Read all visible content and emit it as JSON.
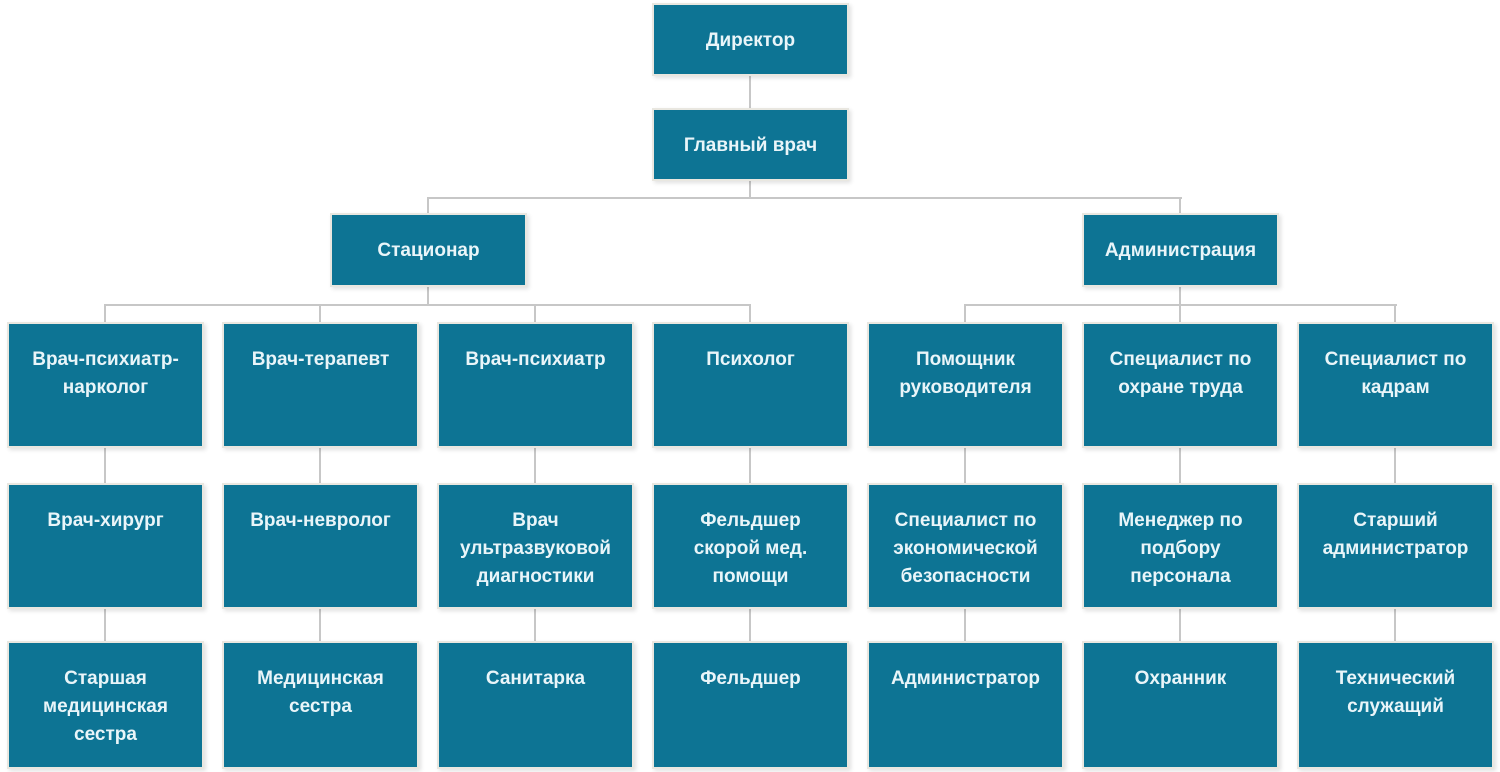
{
  "org_chart": {
    "type": "org-tree",
    "nodes": {
      "director": {
        "label": "Директор",
        "reports_to": null
      },
      "chief_physician": {
        "label": "Главный врач",
        "reports_to": "director"
      },
      "inpatient": {
        "label": "Стационар",
        "reports_to": "chief_physician"
      },
      "administration": {
        "label": "Администрация",
        "reports_to": "chief_physician"
      },
      "narcologist": {
        "label": "Врач-психиатр-нарколог",
        "reports_to": "inpatient"
      },
      "therapist": {
        "label": "Врач-терапевт",
        "reports_to": "inpatient"
      },
      "psychiatrist": {
        "label": "Врач-психиатр",
        "reports_to": "inpatient"
      },
      "psychologist": {
        "label": "Психолог",
        "reports_to": "inpatient"
      },
      "head_assistant": {
        "label": "Помощник руководителя",
        "reports_to": "administration"
      },
      "labor_safety": {
        "label": "Специалист по охране труда",
        "reports_to": "administration"
      },
      "hr_specialist": {
        "label": "Специалист по кадрам",
        "reports_to": "administration"
      },
      "surgeon": {
        "label": "Врач-хирург",
        "reports_to": "narcologist"
      },
      "neurologist": {
        "label": "Врач-невролог",
        "reports_to": "therapist"
      },
      "ultrasound": {
        "label": "Врач ультразвуковой диагностики",
        "reports_to": "psychiatrist"
      },
      "paramedic_ambulance": {
        "label": "Фельдшер скорой мед. помощи",
        "reports_to": "psychologist"
      },
      "economic_security": {
        "label": "Специалист по экономической безопасности",
        "reports_to": "head_assistant"
      },
      "recruiting_manager": {
        "label": "Менеджер по подбору персонала",
        "reports_to": "labor_safety"
      },
      "senior_admin": {
        "label": "Старший администратор",
        "reports_to": "hr_specialist"
      },
      "head_nurse": {
        "label": "Старшая медицинская сестра",
        "reports_to": "surgeon"
      },
      "nurse": {
        "label": "Медицинская сестра",
        "reports_to": "neurologist"
      },
      "orderly": {
        "label": "Санитарка",
        "reports_to": "ultrasound"
      },
      "paramedic": {
        "label": "Фельдшер",
        "reports_to": "paramedic_ambulance"
      },
      "administrator": {
        "label": "Администратор",
        "reports_to": "economic_security"
      },
      "guard": {
        "label": "Охранник",
        "reports_to": "recruiting_manager"
      },
      "technical_worker": {
        "label": "Технический служащий",
        "reports_to": "senior_admin"
      }
    }
  },
  "theme": {
    "node_fill": "#0d7494",
    "node_text": "#e9f5f9",
    "node_border": "#e9e7e0",
    "connector": "#c7c7c7",
    "background": "#ffffff"
  }
}
